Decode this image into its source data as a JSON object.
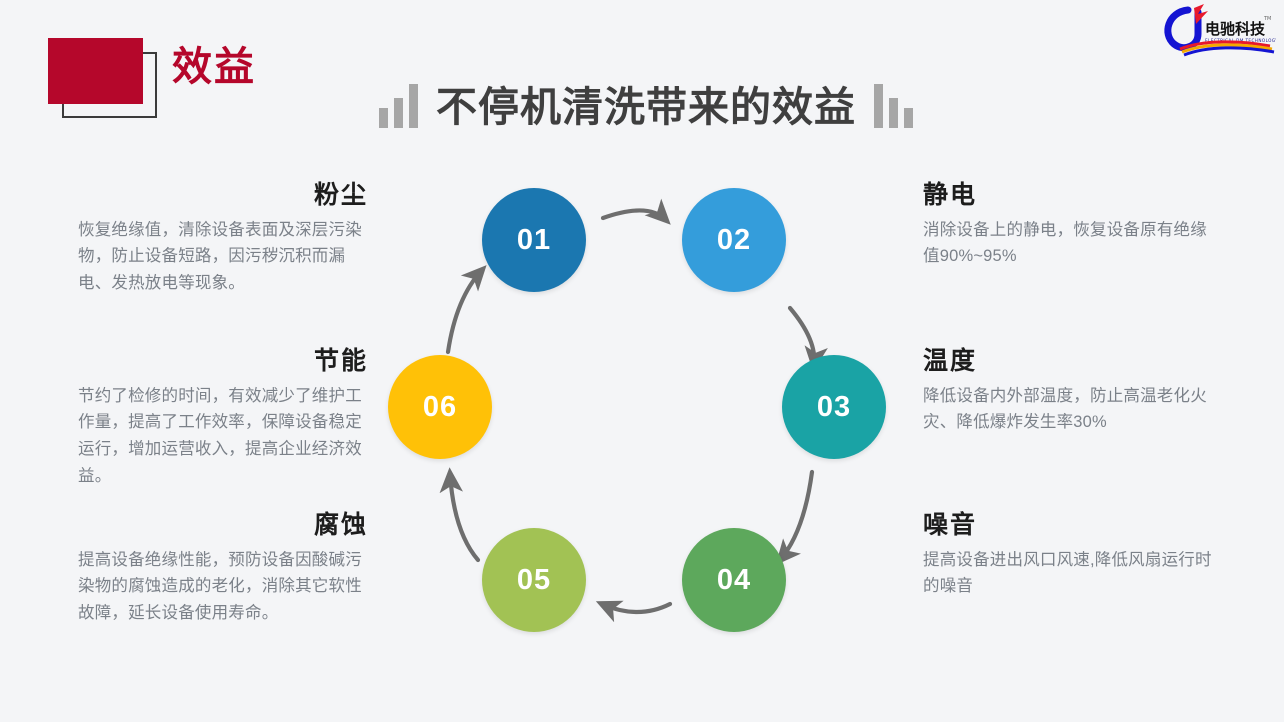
{
  "header": {
    "badge_label": "效益",
    "title": "不停机清洗带来的效益",
    "logo_cn": "电驰科技",
    "logo_en": "ELECTRICAL DM TECHNOLOGY",
    "logo_tm": "TM"
  },
  "colors": {
    "background": "#f4f5f7",
    "accent_red": "#b5072b",
    "title_gray": "#3f3f3f",
    "body_gray": "#7b8189",
    "arrow_gray": "#6e6e6e",
    "deco_bar": "#a6a6a6",
    "node_01": "#1b77b0",
    "node_02": "#349ddb",
    "node_03": "#1aa3a5",
    "node_04": "#5da85c",
    "node_05": "#a2c254",
    "node_06": "#ffc107"
  },
  "diagram": {
    "nodes": [
      {
        "number": "01",
        "color": "#1b77b0",
        "topic": "粉尘"
      },
      {
        "number": "02",
        "color": "#349ddb",
        "topic": "静电"
      },
      {
        "number": "03",
        "color": "#1aa3a5",
        "topic": "温度"
      },
      {
        "number": "04",
        "color": "#5da85c",
        "topic": "噪音"
      },
      {
        "number": "05",
        "color": "#a2c254",
        "topic": "腐蚀"
      },
      {
        "number": "06",
        "color": "#ffc107",
        "topic": "节能"
      }
    ]
  },
  "blocks": {
    "dust": {
      "title": "粉尘",
      "body": "恢复绝缘值，清除设备表面及深层污染物，防止设备短路，因污秽沉积而漏电、发热放电等现象。"
    },
    "energy": {
      "title": "节能",
      "body": "节约了检修的时间，有效减少了维护工作量，提高了工作效率，保障设备稳定运行，增加运营收入，提高企业经济效益。"
    },
    "corrosion": {
      "title": "腐蚀",
      "body": "提高设备绝缘性能，预防设备因酸碱污染物的腐蚀造成的老化，消除其它软性故障，延长设备使用寿命。"
    },
    "static": {
      "title": "静电",
      "body": "消除设备上的静电，恢复设备原有绝缘值90%~95%"
    },
    "temperature": {
      "title": "温度",
      "body": "降低设备内外部温度，防止高温老化火灾、降低爆炸发生率30%"
    },
    "noise": {
      "title": "噪音",
      "body": "提高设备进出风口风速,降低风扇运行时的噪音"
    }
  }
}
